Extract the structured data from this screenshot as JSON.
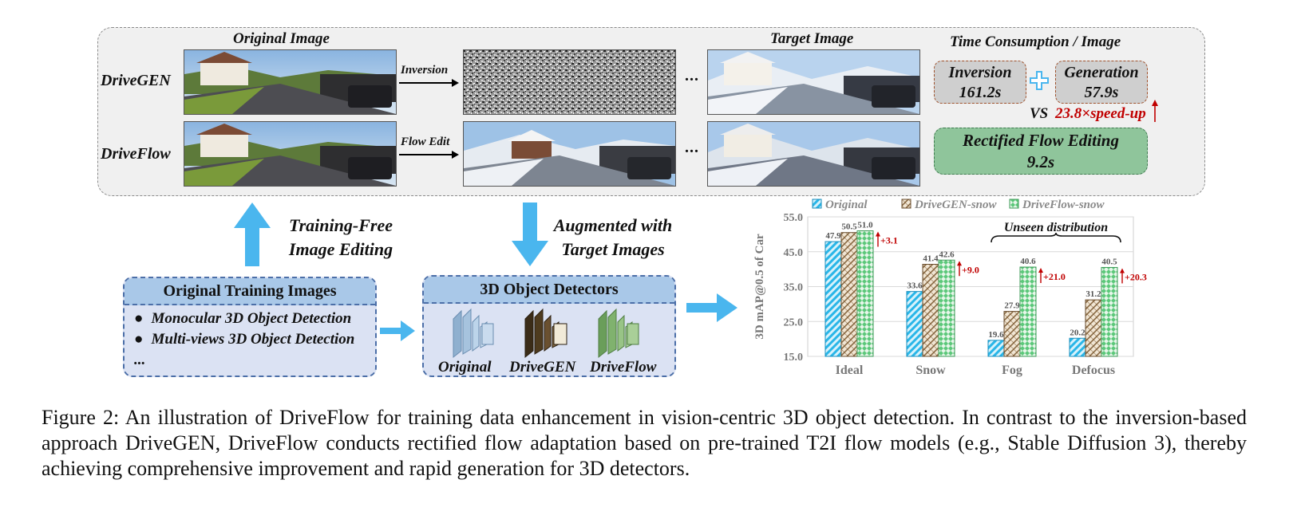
{
  "top": {
    "original_image_header": "Original Image",
    "target_image_header": "Target Image",
    "time_header": "Time Consumption / Image",
    "row1_label": "DriveGEN",
    "row2_label": "DriveFlow",
    "row1_arrow": "Inversion",
    "row2_arrow": "Flow Edit",
    "ellipsis": "...",
    "inversion_label": "Inversion",
    "inversion_time": "161.2s",
    "generation_label": "Generation",
    "generation_time": "57.9s",
    "vs": "VS",
    "speedup": "23.8×speed-up",
    "flow_label": "Rectified Flow Editing",
    "flow_time": "9.2s"
  },
  "mid": {
    "left_arrow_line1": "Training-Free",
    "left_arrow_line2": "Image Editing",
    "right_arrow_line1": "Augmented with",
    "right_arrow_line2": "Target Images"
  },
  "train_box": {
    "title": "Original Training Images",
    "item1": "Monocular 3D Object Detection",
    "item2": "Multi-views 3D Object Detection",
    "item3": "..."
  },
  "det_box": {
    "title": "3D Object Detectors",
    "label1": "Original",
    "label2": "DriveGEN",
    "label3": "DriveFlow"
  },
  "colors": {
    "accent_blue": "#4ab6ee",
    "speedup_red": "#c00000",
    "original_bar": "#29b6e8",
    "drivegen_bar": "#a0805a",
    "driveflow_bar": "#5cc87a"
  },
  "chart_data": {
    "type": "bar",
    "ylabel": "3D mAP@0.5 of Car",
    "ylim": [
      15.0,
      55.0
    ],
    "yticks": [
      "15.0",
      "25.0",
      "35.0",
      "45.0",
      "55.0"
    ],
    "categories": [
      "Ideal",
      "Snow",
      "Fog",
      "Defocus"
    ],
    "series": [
      {
        "name": "Original",
        "values": [
          47.9,
          33.6,
          19.6,
          20.2
        ]
      },
      {
        "name": "DriveGEN-snow",
        "values": [
          50.5,
          41.4,
          27.9,
          31.2
        ]
      },
      {
        "name": "DriveFlow-snow",
        "values": [
          51.0,
          42.6,
          40.6,
          40.5
        ]
      }
    ],
    "value_labels": [
      [
        "47.9",
        "50.5",
        "51.0"
      ],
      [
        "33.6",
        "41.4",
        "42.6"
      ],
      [
        "19.6",
        "27.9",
        "40.6"
      ],
      [
        "20.2",
        "31.2",
        "40.5"
      ]
    ],
    "gains": [
      "+3.1",
      "+9.0",
      "+21.0",
      "+20.3"
    ],
    "annotation": "Unseen distribution",
    "legend_position": "top",
    "grid": true
  },
  "caption": {
    "text": "Figure 2: An illustration of DriveFlow for training data enhancement in vision-centric 3D object detection. In contrast to the inversion-based approach DriveGEN, DriveFlow conducts rectified flow adaptation based on pre-trained T2I flow models (e.g., Stable Diffusion 3), thereby achieving comprehensive improvement and rapid generation for 3D detectors."
  }
}
